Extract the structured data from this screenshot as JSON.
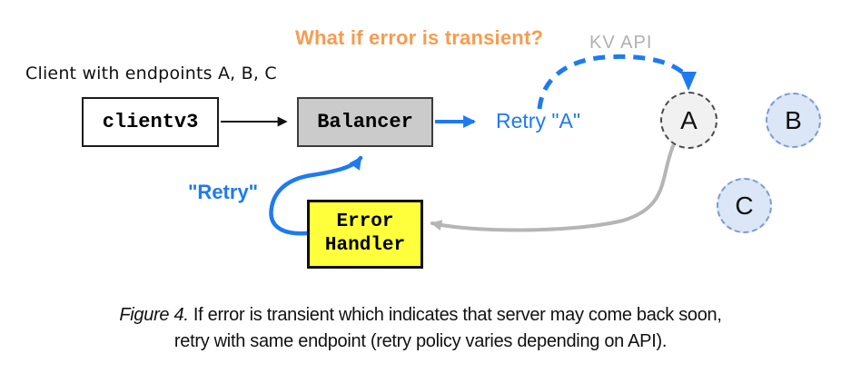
{
  "colors": {
    "blue": "#1d7af2",
    "orange": "#f89b4e",
    "gray_text": "#b1b1b1",
    "gray_line": "#b5b5b5",
    "black_line": "#111111",
    "balancer_fill": "#cbcbcb",
    "error_handler_fill": "#ffff3b",
    "endpoint_a_fill": "#f1f1f1",
    "endpoint_bc_fill": "#dbe6f7"
  },
  "diagram": {
    "question_label": "What if error is transient?",
    "kv_api_label": "KV API",
    "client_label": "Client with endpoints A, B, C",
    "client_box_label": "clientv3",
    "balancer_box_label": "Balancer",
    "retry_a_label": "Retry \"A\"",
    "retry_label": "\"Retry\"",
    "error_handler": {
      "line1": "Error",
      "line2": "Handler"
    },
    "endpoints": [
      {
        "label": "A"
      },
      {
        "label": "B"
      },
      {
        "label": "C"
      }
    ]
  },
  "caption": {
    "figure_label": "Figure 4.",
    "line1_rest": " If error is transient which indicates that server may come back soon,",
    "line2": "retry with same endpoint (retry policy varies depending on API)."
  }
}
